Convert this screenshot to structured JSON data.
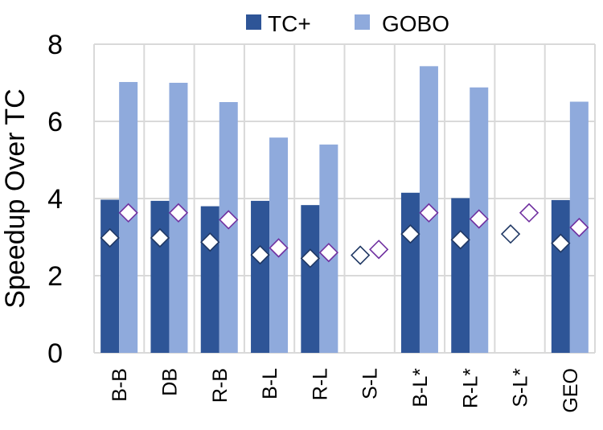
{
  "chart_data": {
    "type": "bar",
    "categories": [
      "B-B",
      "DB",
      "R-B",
      "B-L",
      "R-L",
      "S-L",
      "B-L*",
      "R-L*",
      "S-L*",
      "GEO"
    ],
    "series": [
      {
        "name": "TC+",
        "values": [
          3.97,
          3.94,
          3.8,
          3.94,
          3.83,
          null,
          4.15,
          4.01,
          null,
          3.96
        ],
        "color": "#2e5597"
      },
      {
        "name": "GOBO",
        "values": [
          7.02,
          7.0,
          6.5,
          5.58,
          5.4,
          null,
          7.43,
          6.88,
          null,
          6.51
        ],
        "color": "#8faadc"
      }
    ],
    "markers": [
      {
        "values": [
          2.98,
          2.98,
          2.87,
          2.54,
          2.45,
          2.53,
          3.08,
          2.93,
          3.08,
          2.84
        ],
        "color": "#203864",
        "shape": "diamond"
      },
      {
        "values": [
          3.63,
          3.63,
          3.45,
          2.72,
          2.6,
          2.68,
          3.63,
          3.47,
          3.63,
          3.25
        ],
        "color": "#7030a0",
        "shape": "diamond"
      }
    ],
    "ylabel": "Speedup Over TC",
    "xlabel": "",
    "ylim": [
      0,
      8
    ],
    "yticks": [
      0,
      2,
      4,
      6,
      8
    ],
    "grid": true,
    "legend_position": "top"
  }
}
